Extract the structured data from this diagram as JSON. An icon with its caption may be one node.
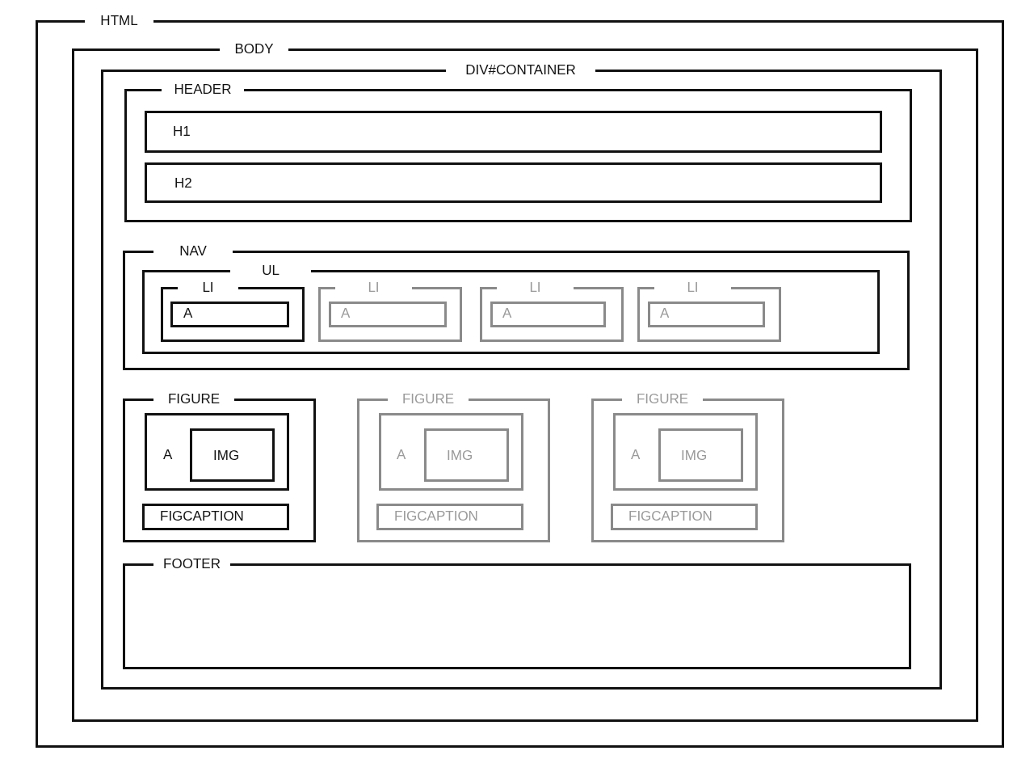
{
  "diagram": {
    "nodes": [
      {
        "text": [
          "HTML"
        ]
      },
      {
        "text": [
          "BODY"
        ],
        "in": 0
      },
      {
        "text": [
          "DIV#CONTAINER"
        ],
        "in": 1
      },
      {
        "text": [
          "HEADER"
        ],
        "in": 2
      },
      {
        "text": [
          "H1"
        ],
        "in": 3
      },
      {
        "text": [
          "H2"
        ],
        "in": 3
      },
      {
        "text": [
          "NAV"
        ],
        "in": 2
      },
      {
        "text": [
          "UL"
        ],
        "in": 6
      },
      {
        "text": [
          "LI"
        ],
        "in": 7
      },
      {
        "text": [
          "A"
        ],
        "in": 8
      },
      {
        "text": [
          "LI"
        ],
        "in": 7
      },
      {
        "text": [
          "A"
        ],
        "in": 10
      },
      {
        "text": [
          "LI"
        ],
        "in": 7
      },
      {
        "text": [
          "A"
        ],
        "in": 12
      },
      {
        "text": [
          "LI"
        ],
        "in": 7
      },
      {
        "text": [
          "A"
        ],
        "in": 14
      },
      {
        "text": [
          "FIGURE"
        ],
        "in": 2
      },
      {
        "text": [
          "A"
        ],
        "in": 16
      },
      {
        "text": [
          "IMG"
        ],
        "in": 17
      },
      {
        "text": [
          "FIGCAPTION"
        ],
        "in": 16
      },
      {
        "text": [
          "FIGURE"
        ],
        "in": 2
      },
      {
        "text": [
          "A"
        ],
        "in": 20
      },
      {
        "text": [
          "IMG"
        ],
        "in": 21
      },
      {
        "text": [
          "FIGCAPTION"
        ],
        "in": 20
      },
      {
        "text": [
          "FIGURE"
        ],
        "in": 2
      },
      {
        "text": [
          "A"
        ],
        "in": 24
      },
      {
        "text": [
          "IMG"
        ],
        "in": 25
      },
      {
        "text": [
          "FIGCAPTION"
        ],
        "in": 24
      },
      {
        "text": [
          "FOOTER"
        ],
        "in": 2
      }
    ]
  }
}
